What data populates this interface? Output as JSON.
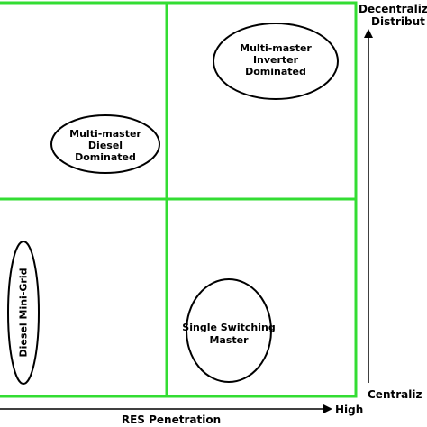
{
  "quadrants": {
    "top_left": {
      "lines": [
        "Multi-master",
        "Diesel",
        "Dominated"
      ]
    },
    "top_right": {
      "lines": [
        "Multi-master",
        "Inverter",
        "Dominated"
      ]
    },
    "bottom_left": {
      "lines": [
        "Diesel Mini-Grid"
      ]
    },
    "bottom_right": {
      "lines": [
        "Single Switching",
        "Master"
      ]
    }
  },
  "axes": {
    "x_label": "RES Penetration",
    "x_high": "High",
    "y_top_line1": "Decentraliz",
    "y_top_line2": "Distribut",
    "y_bottom": "Centraliz"
  },
  "colors": {
    "grid": "#33dd33",
    "ink": "#000000",
    "background": "#ffffff"
  }
}
